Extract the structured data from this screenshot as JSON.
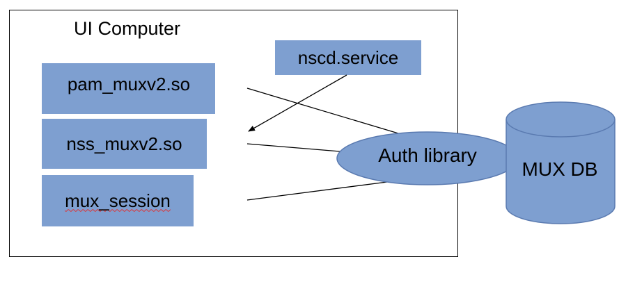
{
  "diagram": {
    "container_title": "UI Computer",
    "components": {
      "pam": "pam_muxv2.so",
      "nss": "nss_muxv2.so",
      "mux_session": "mux_session",
      "nscd": "nscd.service",
      "auth_library": "Auth library",
      "database": "MUX DB"
    },
    "colors": {
      "box_fill": "#7e9fd0",
      "box_stroke": "#5a7ab0",
      "line": "#000000",
      "background": "#ffffff"
    }
  }
}
